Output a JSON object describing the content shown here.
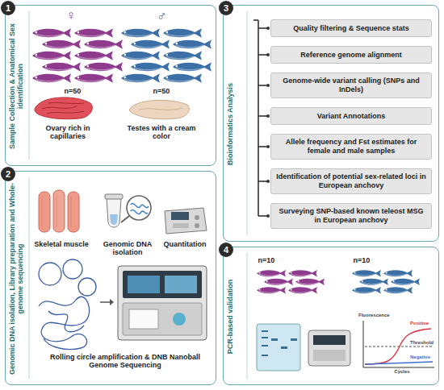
{
  "diagram": {
    "nodes": [
      {
        "text": [
          "1"
        ]
      },
      {
        "text": [
          "Sample Collection & Anatomical Sex identification"
        ]
      },
      {
        "text": [
          "2"
        ]
      },
      {
        "text": [
          "Genomic DNA isolation, Library preparation and Whole-genome sequencing"
        ]
      },
      {
        "text": [
          "3"
        ]
      },
      {
        "text": [
          "Bioinformatics Analysis"
        ]
      },
      {
        "text": [
          "Quality filtering & Sequence stats"
        ],
        "in": 5
      },
      {
        "text": [
          "Reference genome alignment"
        ],
        "in": 5
      },
      {
        "text": [
          "Genome-wide variant calling (SNPs and InDels)"
        ],
        "in": 5
      },
      {
        "text": [
          "Variant Annotations"
        ],
        "in": 5
      },
      {
        "text": [
          "Allele frequency and Fst estimates for female and male samples"
        ],
        "in": 5
      },
      {
        "text": [
          "Identification of potential sex-related loci in European anchovy"
        ],
        "in": 5
      },
      {
        "text": [
          "Surveying SNP-based known teleost MSG in European anchovy"
        ],
        "in": 5
      },
      {
        "text": [
          "4"
        ]
      },
      {
        "text": [
          "PCR-based validation"
        ]
      }
    ],
    "labels": [
      "♀",
      "♂",
      "n=50",
      "n=50",
      "Ovary rich in capillaries",
      "Testes with a cream color",
      "Skeletal muscle",
      "Genomic DNA isolation",
      "Quantitation",
      "Rolling circle amplification & DNB Nanoball Genome Sequencing",
      "n=10",
      "n=10",
      "Positive",
      "Threshold",
      "Negative",
      "Cycles",
      "Fluorescence"
    ]
  }
}
